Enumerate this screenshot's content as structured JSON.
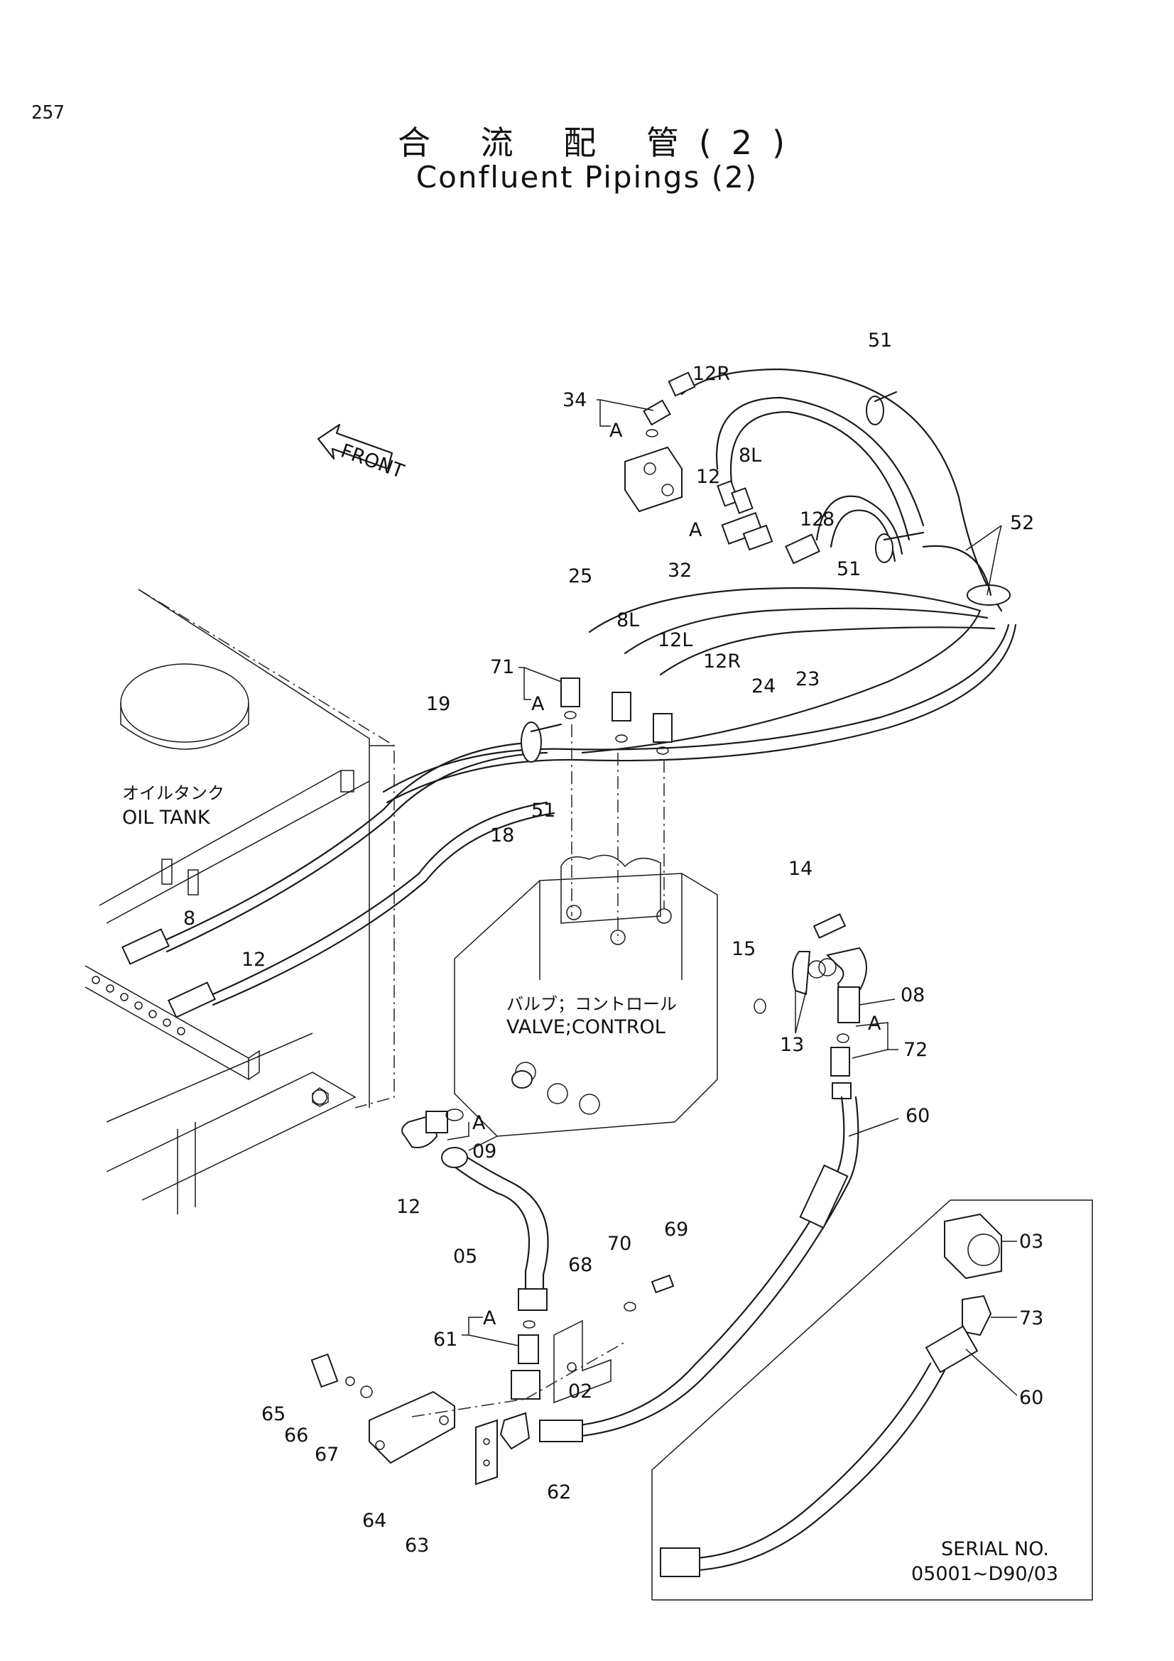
{
  "page_number": "257",
  "title_jp": "合 流 配 管(2)",
  "title_en": "Confluent Pipings (2)",
  "front_label": "FRONT",
  "oil_tank": {
    "jp": "オイルタンク",
    "en": "OIL TANK"
  },
  "control_valve": {
    "jp": "バルブ；コントロール",
    "en": "VALVE;CONTROL"
  },
  "serial": {
    "line1": "SERIAL NO.",
    "line2": "05001~D90/03"
  },
  "callouts": {
    "c51a": "51",
    "c12r_top": "12R",
    "c34": "34",
    "cA1": "A",
    "c12a": "12",
    "c8l_top": "8L",
    "cA2": "A",
    "c12b": "12",
    "c8a": "8",
    "c52": "52",
    "c32": "32",
    "c51b": "51",
    "c25": "25",
    "c8l": "8L",
    "c12l": "12L",
    "c12r": "12R",
    "c24": "24",
    "c23": "23",
    "c71": "71",
    "cA3": "A",
    "c19": "19",
    "c51c": "51",
    "c18": "18",
    "c8_tank": "8",
    "c12_tank": "12",
    "c14": "14",
    "c15": "15",
    "c08": "08",
    "c13": "13",
    "cA4": "A",
    "c72": "72",
    "c60a": "60",
    "cA5": "A",
    "c09": "09",
    "c12c": "12",
    "c05": "05",
    "c69": "69",
    "c70": "70",
    "c68": "68",
    "cA6": "A",
    "c61": "61",
    "c02": "02",
    "c65": "65",
    "c66": "66",
    "c67": "67",
    "c62": "62",
    "c64": "64",
    "c63": "63",
    "c03": "03",
    "c73": "73",
    "c60b": "60"
  }
}
